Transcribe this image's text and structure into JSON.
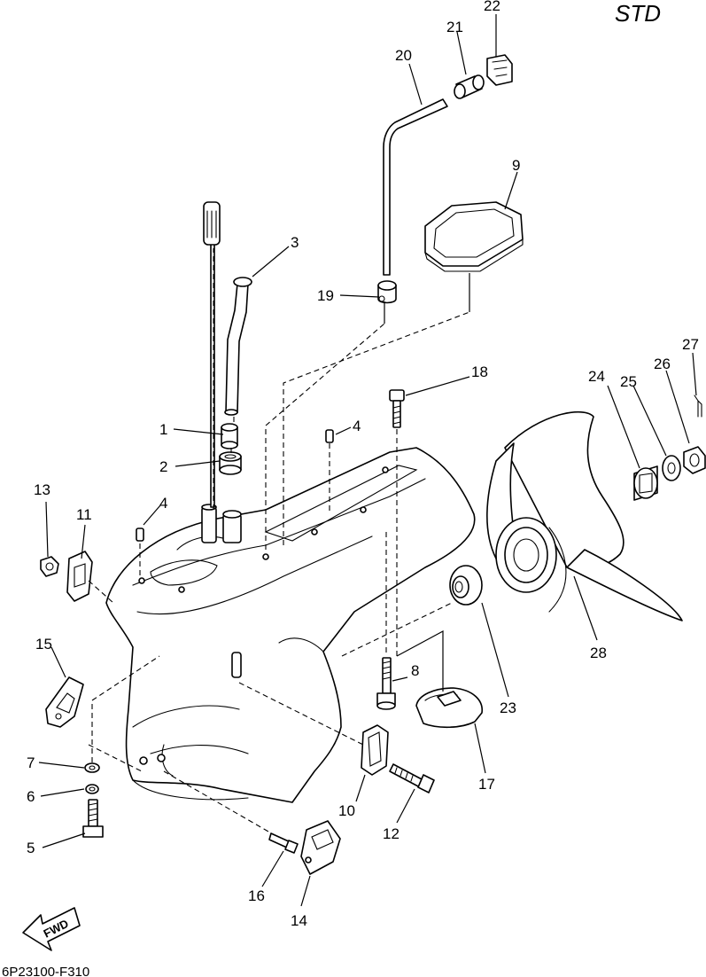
{
  "header": {
    "variant_label": "STD"
  },
  "footer": {
    "diagram_code": "6P23100-F310"
  },
  "direction_arrow": {
    "label": "FWD"
  },
  "callouts": [
    "1",
    "2",
    "3",
    "4",
    "4",
    "5",
    "6",
    "7",
    "8",
    "9",
    "10",
    "11",
    "12",
    "13",
    "14",
    "15",
    "16",
    "17",
    "18",
    "19",
    "20",
    "21",
    "22",
    "23",
    "24",
    "25",
    "26",
    "27",
    "28"
  ]
}
